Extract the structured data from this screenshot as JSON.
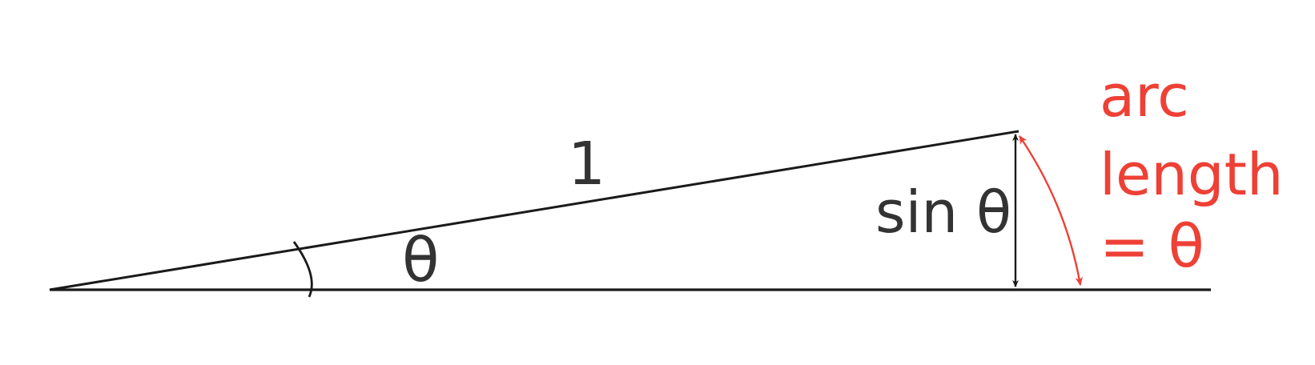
{
  "labels": {
    "hypotenuse": "1",
    "angle": "θ",
    "opposite": "sin θ",
    "arc_line1": "arc",
    "arc_line2": "length",
    "arc_line3": "= θ"
  },
  "colors": {
    "line": "#1a1a1a",
    "text": "#333333",
    "accent": "#ee4035",
    "background": "#ffffff"
  }
}
